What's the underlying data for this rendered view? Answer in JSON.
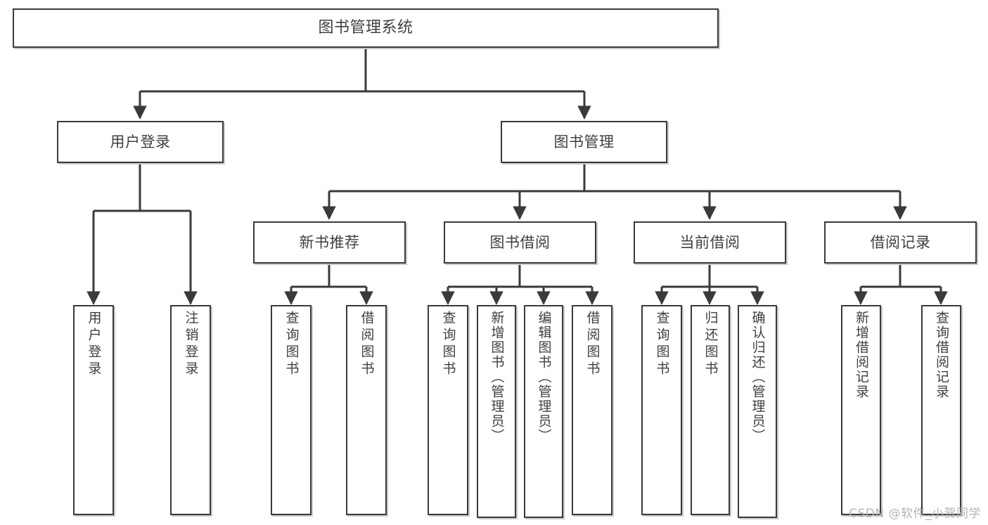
{
  "diagram": {
    "title": "图书管理系统",
    "watermark": "CSDN @软件_小贺同学",
    "line_color": "#3a3a3a",
    "shadow_color": "#c9c9c9",
    "text_color": "#3f3f3f",
    "background": "#ffffff",
    "watermark_color": "#b6b6b6"
  },
  "nodes": {
    "root": {
      "label": "图书管理系统"
    },
    "level2": [
      {
        "label": "用户登录"
      },
      {
        "label": "图书管理"
      }
    ],
    "level3": [
      {
        "label": "新书推荐"
      },
      {
        "label": "图书借阅"
      },
      {
        "label": "当前借阅"
      },
      {
        "label": "借阅记录"
      }
    ],
    "leaves": {
      "user_login": [
        {
          "label": "用户登录"
        },
        {
          "label": "注销登录"
        }
      ],
      "new_book": [
        {
          "label": "查询图书"
        },
        {
          "label": "借阅图书"
        }
      ],
      "book_borrow": [
        {
          "label": "查询图书"
        },
        {
          "label": "新增图书（管理员）"
        },
        {
          "label": "编辑图书（管理员）"
        },
        {
          "label": "借阅图书"
        }
      ],
      "current_borrow": [
        {
          "label": "查询图书"
        },
        {
          "label": "归还图书"
        },
        {
          "label": "确认归还（管理员）"
        }
      ],
      "borrow_record": [
        {
          "label": "新增借阅记录"
        },
        {
          "label": "查询借阅记录"
        }
      ]
    }
  },
  "chart_data": {
    "type": "table",
    "title": "图书管理系统 功能结构图",
    "tree": {
      "name": "图书管理系统",
      "children": [
        {
          "name": "用户登录",
          "children": [
            {
              "name": "用户登录"
            },
            {
              "name": "注销登录"
            }
          ]
        },
        {
          "name": "图书管理",
          "children": [
            {
              "name": "新书推荐",
              "children": [
                {
                  "name": "查询图书"
                },
                {
                  "name": "借阅图书"
                }
              ]
            },
            {
              "name": "图书借阅",
              "children": [
                {
                  "name": "查询图书"
                },
                {
                  "name": "新增图书（管理员）"
                },
                {
                  "name": "编辑图书（管理员）"
                },
                {
                  "name": "借阅图书"
                }
              ]
            },
            {
              "name": "当前借阅",
              "children": [
                {
                  "name": "查询图书"
                },
                {
                  "name": "归还图书"
                },
                {
                  "name": "确认归还（管理员）"
                }
              ]
            },
            {
              "name": "借阅记录",
              "children": [
                {
                  "name": "新增借阅记录"
                },
                {
                  "name": "查询借阅记录"
                }
              ]
            }
          ]
        }
      ]
    }
  }
}
